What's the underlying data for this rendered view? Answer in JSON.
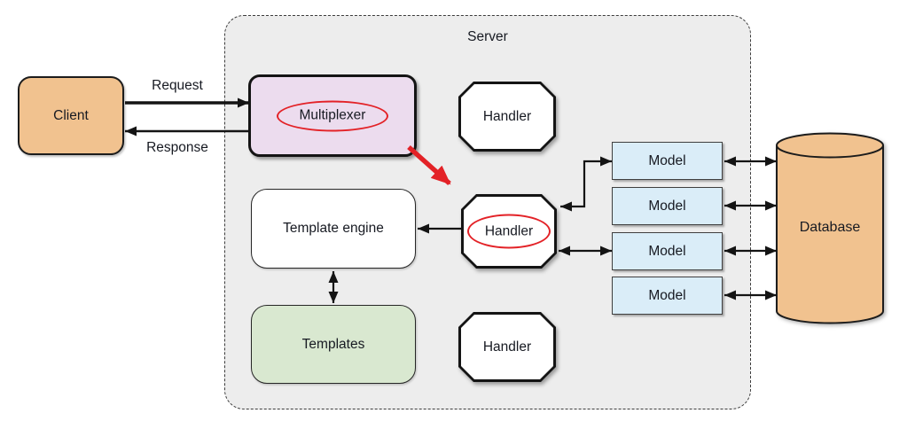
{
  "diagram": {
    "server_title": "Server",
    "nodes": {
      "client": {
        "label": "Client"
      },
      "multiplexer": {
        "label": "Multiplexer"
      },
      "handlers": [
        "Handler",
        "Handler",
        "Handler"
      ],
      "template_engine": {
        "label": "Template engine"
      },
      "templates": {
        "label": "Templates"
      },
      "models": [
        "Model",
        "Model",
        "Model",
        "Model"
      ],
      "database": {
        "label": "Database"
      }
    },
    "edges": {
      "request_label": "Request",
      "response_label": "Response"
    },
    "emphasis": {
      "circled_labels": [
        "Multiplexer",
        "Handler"
      ],
      "red_arrow_from": "Multiplexer",
      "red_arrow_to": "Handler"
    },
    "colors": {
      "server_fill": "#ededed",
      "client_fill": "#f1c28f",
      "database_fill": "#f1c28f",
      "multiplexer_fill": "#ecdcee",
      "model_fill": "#daedf8",
      "templates_fill": "#d9e8d0",
      "emphasis_red": "#e32227",
      "line_black": "#141414"
    }
  }
}
